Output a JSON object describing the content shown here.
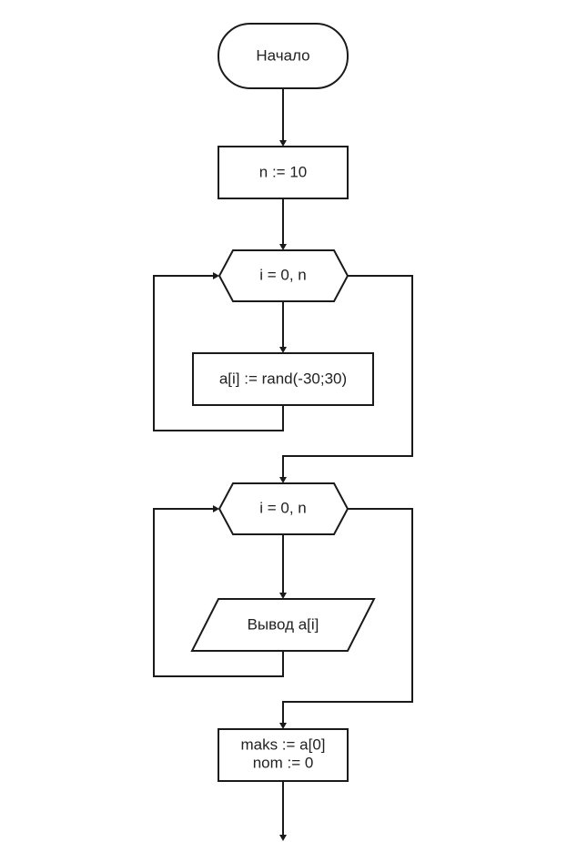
{
  "diagram": {
    "start": {
      "label": "Начало"
    },
    "assign_n": {
      "label": "n := 10"
    },
    "loop1": {
      "label": "i = 0, n"
    },
    "assign_random": {
      "label": "a[i] := rand(-30;30)"
    },
    "loop2": {
      "label": "i = 0, n"
    },
    "output": {
      "label": "Вывод a[i]"
    },
    "init_max": {
      "line1": "maks := a[0]",
      "line2": "nom := 0"
    }
  }
}
